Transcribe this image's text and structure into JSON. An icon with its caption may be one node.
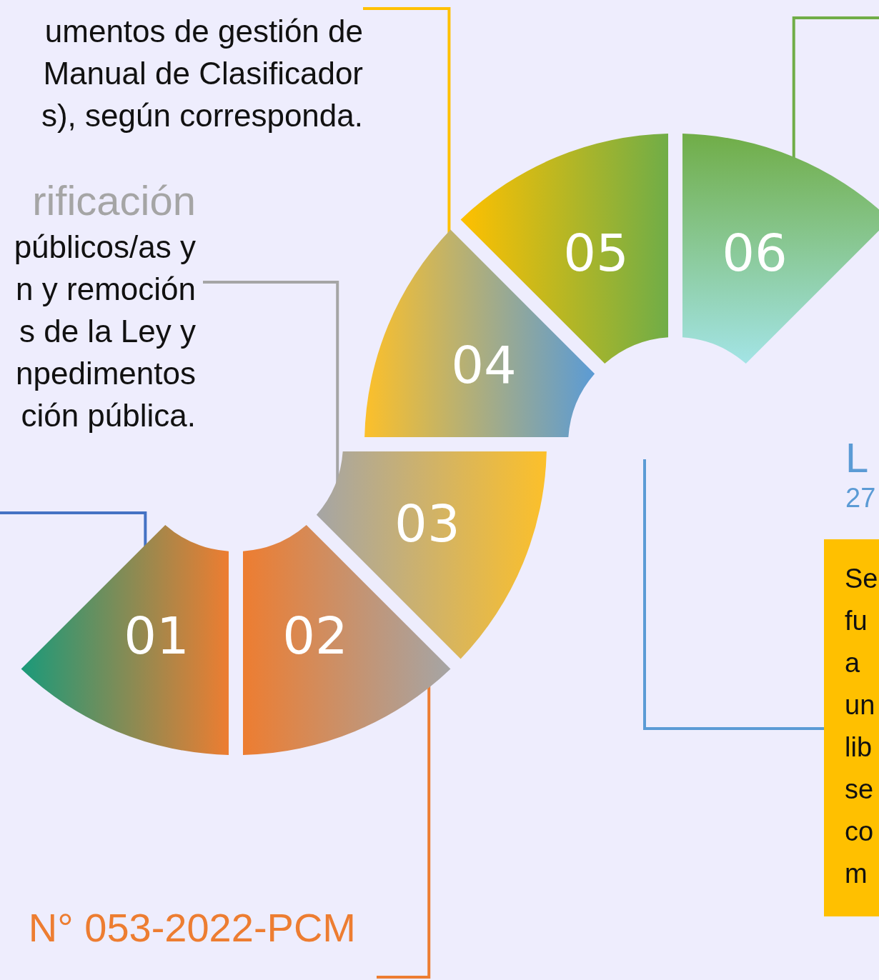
{
  "diagram": {
    "nodes": [
      {
        "text": [
          "umentos de gestión de Manual de Clasificador s), según corresponda."
        ]
      },
      {
        "text": [
          "rificación",
          "públicos/as y n y remoción s de la Ley y npedimentos ción pública."
        ]
      },
      {
        "text": [
          "N° 053-2022-PCM"
        ]
      },
      {
        "text": [
          "L",
          "27"
        ]
      },
      {
        "text": [
          "Se fu a un lib se co m"
        ]
      },
      {
        "text": [
          "01"
        ]
      },
      {
        "text": [
          "02"
        ]
      },
      {
        "text": [
          "03"
        ]
      },
      {
        "text": [
          "04"
        ]
      },
      {
        "text": [
          "05"
        ]
      },
      {
        "text": [
          "06"
        ]
      }
    ],
    "edges": [
      {
        "from": 0,
        "to": 8,
        "arrow": "none",
        "color": "#ffc000"
      },
      {
        "from": 1,
        "to": 7,
        "arrow": "none",
        "color": "#a5a5a5"
      },
      {
        "from": null,
        "to": 5,
        "arrow": "none",
        "color": "#4472c4"
      },
      {
        "from": 6,
        "to": null,
        "arrow": "none",
        "color": "#ed7d31"
      },
      {
        "from": 10,
        "to": null,
        "arrow": "none",
        "color": "#70ad47"
      },
      {
        "from": 4,
        "to": null,
        "arrow": "none",
        "color": "#5b9bd5"
      }
    ]
  }
}
